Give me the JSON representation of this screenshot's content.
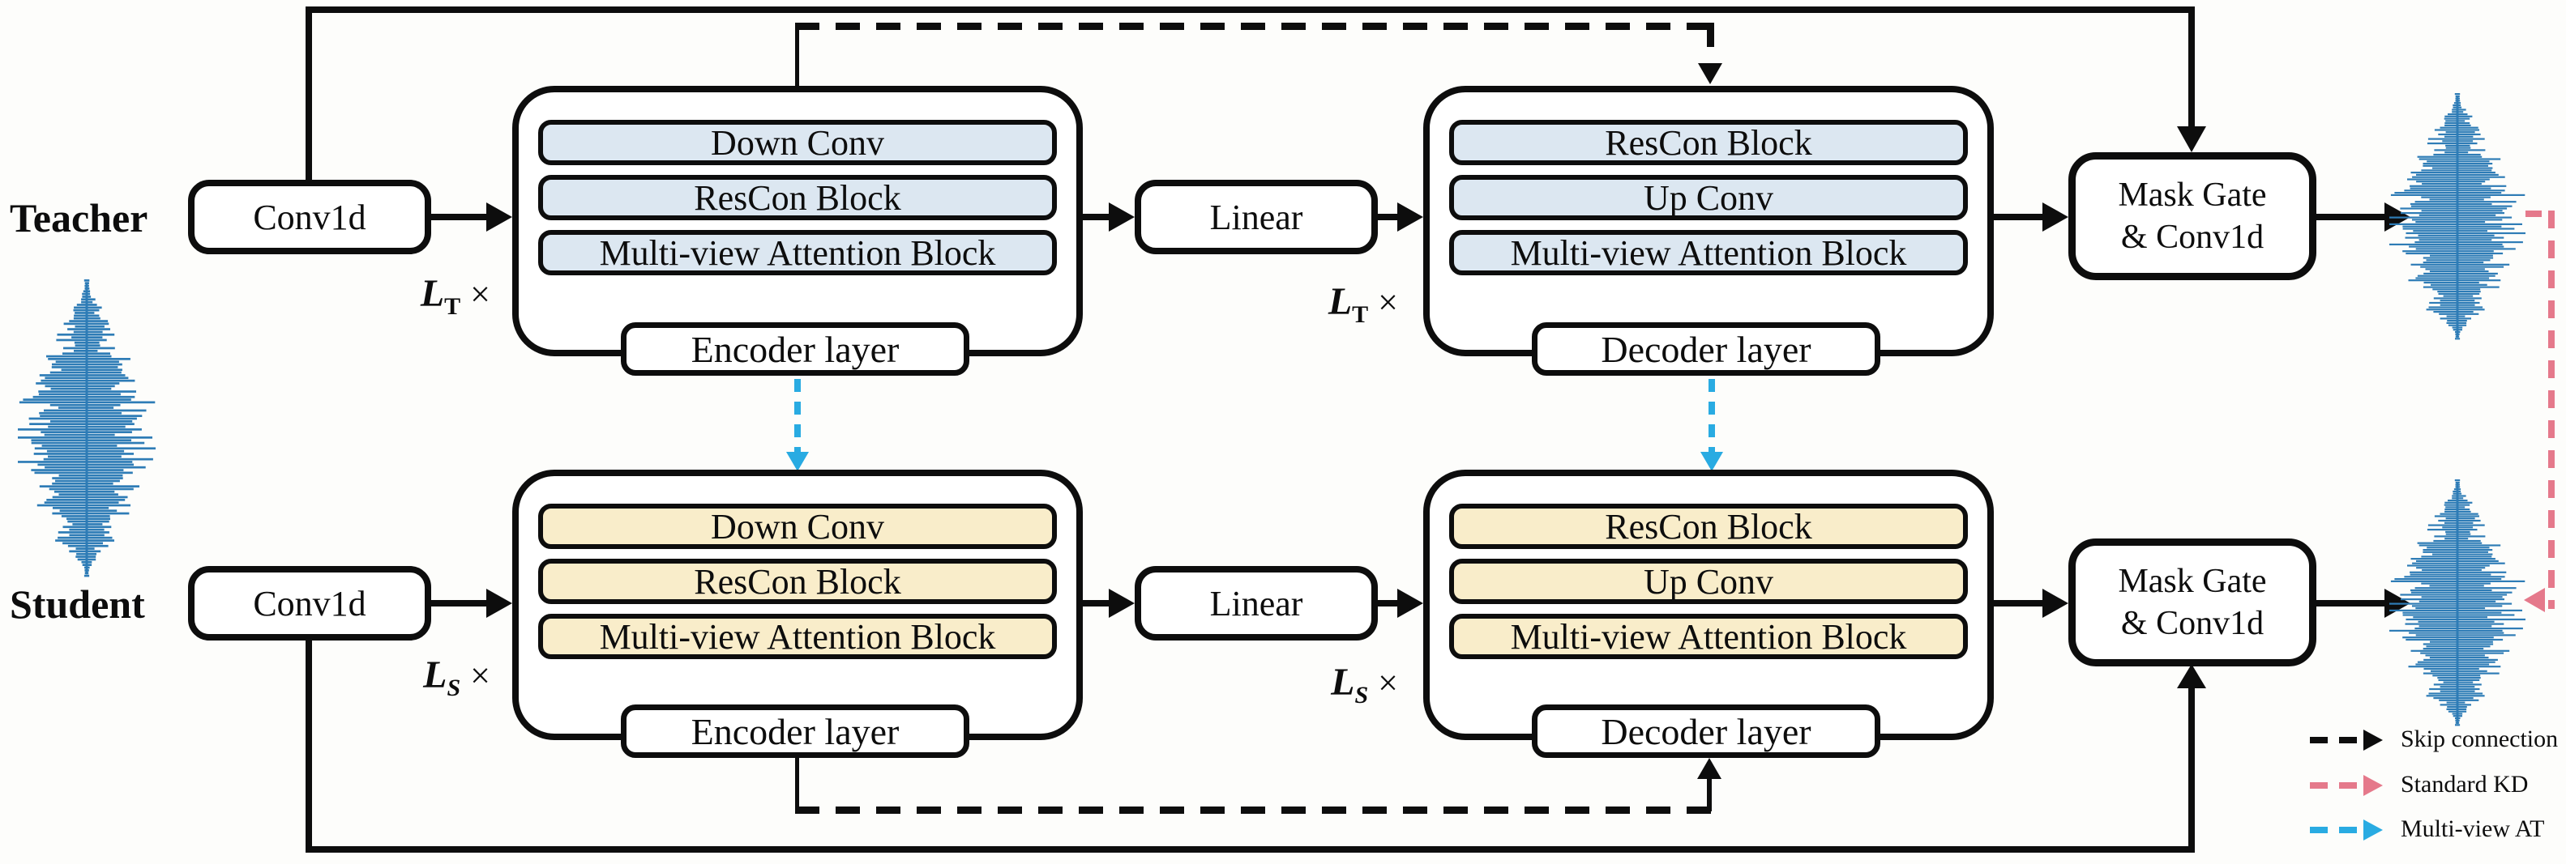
{
  "teacher": {
    "row_label": "Teacher",
    "conv": "Conv1d",
    "linear": "Linear",
    "mult_enc": {
      "base": "L",
      "sub": "T",
      "times": "×"
    },
    "mult_dec": {
      "base": "L",
      "sub": "T",
      "times": "×"
    },
    "encoder_rows": [
      "Down Conv",
      "ResCon Block",
      "Multi-view Attention Block"
    ],
    "encoder_label": "Encoder layer",
    "decoder_rows": [
      "ResCon Block",
      "Up Conv",
      "Multi-view Attention Block"
    ],
    "decoder_label": "Decoder layer",
    "mask_line1": "Mask Gate",
    "mask_line2": "& Conv1d"
  },
  "student": {
    "row_label": "Student",
    "conv": "Conv1d",
    "linear": "Linear",
    "mult_enc": {
      "base": "L",
      "sub": "S",
      "times": "×"
    },
    "mult_dec": {
      "base": "L",
      "sub": "S",
      "times": "×"
    },
    "encoder_rows": [
      "Down Conv",
      "ResCon Block",
      "Multi-view Attention Block"
    ],
    "encoder_label": "Encoder layer",
    "decoder_rows": [
      "ResCon Block",
      "Up Conv",
      "Multi-view Attention Block"
    ],
    "decoder_label": "Decoder layer",
    "mask_line1": "Mask Gate",
    "mask_line2": "& Conv1d"
  },
  "legend": {
    "skip": "Skip connection",
    "kd": "Standard KD",
    "at": "Multi-view AT"
  },
  "colors": {
    "line_black": "#0d0d0d",
    "teacher_fill": "#dce7f1",
    "student_fill": "#f9edca",
    "waveform_blue": "#2e7cb6",
    "kd_pink": "#e5798b",
    "at_blue": "#29abe2"
  }
}
